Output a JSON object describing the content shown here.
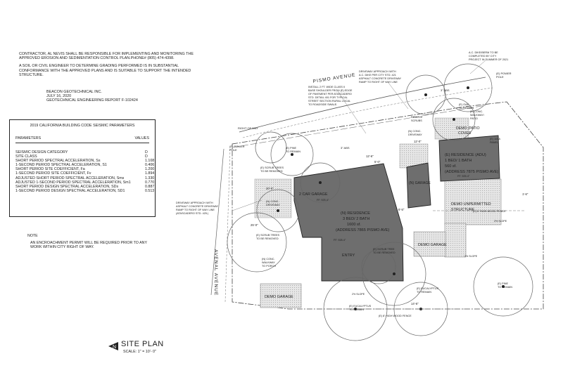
{
  "notes": [
    "CONTRACTOR, AL NEVIS SHALL BE RESPONSIBLE FOR IMPLEMENTING AND MONITORING THE",
    "APPROVED EROSION AND SEDIMENTATION CONTROL PLAN.PHONE# (805) 474-4398.",
    "A SOIL OR CIVIL ENGINEER TO DETERMINE GRADING PERFORMED IS IN SUBSTANTIAL",
    "CONFORMANCE WITH THE APPROVED PLANS AND IS SUITABLE TO SUPPORT THE INTENDED",
    "STRUCTURE."
  ],
  "geotech": [
    "BEACON GEOTECHNICAL INC.",
    "JULY 16, 2020",
    "GEOTECHNICAL ENGINEERING REPORT F-102424"
  ],
  "seismic": {
    "title": "2019 CALIFORNIA BUILDING CODE SEISMIC PARAMETERS",
    "col_param": "PARAMETERS",
    "col_values": "VALUES",
    "rows": [
      {
        "p": "SEISMIC DESIGN CATEGORY",
        "v": "D"
      },
      {
        "p": "SITE CLASS",
        "v": "D"
      },
      {
        "p": "SHORT PERIOD SPECTRAL ACCELERATION, Ss",
        "v": "1.108"
      },
      {
        "p": "1-SECOND PERIOD SPECTRAL ACCELERATION, S1",
        "v": "0.406"
      },
      {
        "p": "SHORT PERIOD SITE COEFFICIENT, Fa",
        "v": "1.200"
      },
      {
        "p": "1-SECOND PERIOD SITE COEFFICIENT, Fv",
        "v": "1.894"
      },
      {
        "p": "ADJUSTED SHORT PERIOD SPECTRAL ACCELERATION, Sms",
        "v": "1.330"
      },
      {
        "p": "ADJUSTED 1-SECOND PERIOD SPECTRAL ACCELERATION, Sm1",
        "v": "0.770"
      },
      {
        "p": "SHORT PERIOD DESIGN SPECTRAL ACCELERATION, SDs",
        "v": "0.887"
      },
      {
        "p": "1-SECOND PERIOD DESIGN SPECTRAL ACCELERATION, SD1",
        "v": "0.513"
      }
    ]
  },
  "note": {
    "heading": "NOTE",
    "body": [
      "AN ENCROACHMENT PERMIT WILL BE REQUIRED PRIOR TO ANY",
      "WORK WITHIN CITY RIGHT OF WAY."
    ]
  },
  "title": {
    "main": "SITE PLAN",
    "scale": "SCALE:    1\" = 10'- 0\"",
    "north": "N"
  },
  "plan": {
    "street_top": "PISMO AVENUE",
    "street_left": "AVENAL AVENUE",
    "garage2": "2 CAR GARAGE",
    "residence": [
      "(N) RESIDENCE",
      "3 BED/ 2 BATH",
      "1600 sf.",
      "(ADDRESS 7865 PISMO AVE)"
    ],
    "entry": "ENTRY",
    "n_garage": "(N) GARAGE",
    "adu": [
      "(E) RESIDENCE (ADU)",
      "1 BED/ 1 BATH",
      "560 sf.",
      "(ADDRESS 7875 PISMO AVE)"
    ],
    "demo_patio": [
      "DEMO (PATIO",
      "COVER"
    ],
    "demo_unpermitted": [
      "DEMO UNPERMITTED",
      "STRUCTURE"
    ],
    "demo_garage_a": "DEMO GARAGE",
    "demo_garage_b": "DEMO GARAGE",
    "right_of_way": "RIGHT OF WAY",
    "power_pole_l": [
      "(E) POWER",
      "POLE"
    ],
    "power_pole_r": [
      "(E) POWER",
      "POLE"
    ],
    "driveway_top": [
      "DRIVEWAY APPROACH WITH",
      "A.C. DIKE PER CITY STD. 421",
      "ASPHALT CONCRETE DRIVEWAY",
      "RAMP TO RIGHT OF WAY LINE"
    ],
    "ac_dike": [
      "A.C. DIKE/BERM TO BE",
      "COMPLETED BY CITY",
      "PROJECT IN SUMMER OF 2021"
    ],
    "shoulder": [
      "INSTALL 2 FT. WIDE CLASS II",
      "BASE SHOULDER FROM (E) EDGE",
      "OF PAVEMENT PER ATASCADERO",
      "STD. DETAIL 401 FOR TYPICAL",
      "STREET SECTION RURAL LOCAL",
      "TO ROADSIDE SWALE."
    ],
    "driveway_left": [
      "DRIVEWAY APPROACH WITH",
      "ASPHALT CONCRETE DRIVEWAY",
      "RAMP TO RIGHT OF WAY LINE",
      "(ATASCADERO STD. 425.)"
    ],
    "pine_remain": [
      "(E) PINE",
      "TO REMAIN"
    ],
    "oak_remain": [
      "(E) OAK",
      "TO REMAIN"
    ],
    "scrub_removed_l": [
      "(E) SCRUB TREES",
      "TO BE REMOVED"
    ],
    "scrub_removed_m": [
      "(E) SCRUB TREES",
      "TO BE REMOVED"
    ],
    "scrub_removed_c": [
      "(E) SCRUB TREE",
      "TO BE REMOVED"
    ],
    "remove_scrubs": [
      "REMOVE",
      "SCRUBS"
    ],
    "euc_remain_a": [
      "(E) EUCALYPTUS",
      "TO REMAIN"
    ],
    "euc_remain_b": [
      "(E) EUCALYPTUS",
      "TO REMAIN"
    ],
    "pine_remain_b": [
      "(E) PINE",
      "TO REMAIN"
    ],
    "fence_8ft_top": "(E) 8' HIGH WOOD FENCE",
    "fence_8ft_bot": "(E) 8' HIGH WOOD FENCE",
    "conc_walkway": [
      "(N) CONC.",
      "WALKWAY",
      "TO PORCH"
    ],
    "conc_driveway_l": [
      "(N) CONC.",
      "DRIVEWAY"
    ],
    "conc_driveway_t": [
      "(N) CONC.",
      "DRIVEWAY"
    ],
    "conc_walkway_r": [
      "(E) CONC.",
      "WALKWAY/",
      "PATIO"
    ],
    "panel": [
      "(E) 100A",
      "PANEL"
    ],
    "abs": [
      "3\" ABS",
      "3\" ABS"
    ],
    "slope": [
      "2% SLOPE",
      "2% SLOPE",
      "2% SLOPE"
    ],
    "dims": [
      "5'-0\"",
      "6'-5\"",
      "12'-0\"",
      "20'-0\"",
      "25'-0\"",
      "14'-6\"",
      "12'-6\"",
      "1'-6\""
    ],
    "ff": [
      "FF. 925.4\"",
      "FF. 928.4\"",
      "FF. 925.4\""
    ]
  }
}
